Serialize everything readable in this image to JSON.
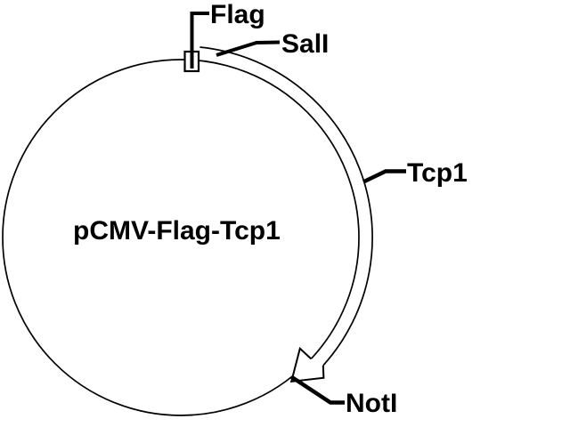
{
  "plasmid": {
    "name": "pCMV-Flag-Tcp1",
    "features": [
      {
        "label": "Flag"
      },
      {
        "label": "SalI"
      },
      {
        "label": "Tcp1"
      },
      {
        "label": "NotI"
      }
    ]
  },
  "colors": {
    "line": "#000000",
    "background": "#ffffff"
  }
}
